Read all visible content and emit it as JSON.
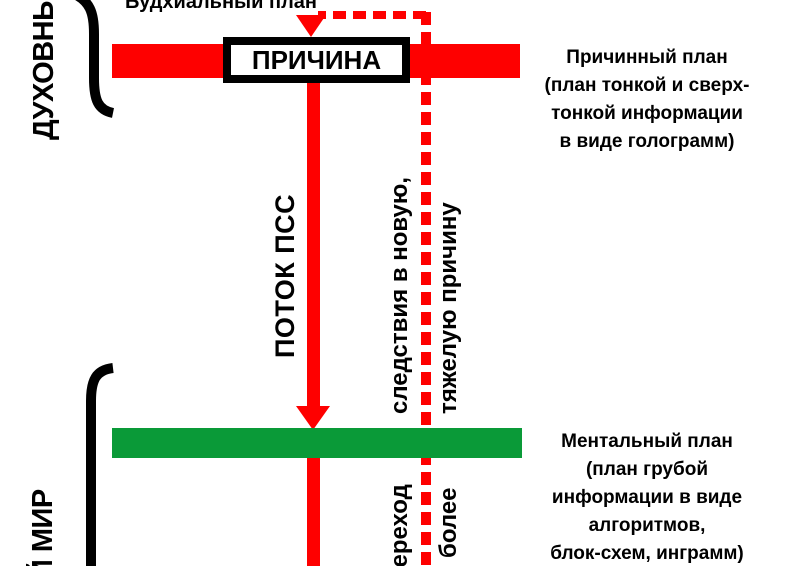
{
  "colors": {
    "red": "#fe0000",
    "green": "#0a9a38",
    "ink": "#000000"
  },
  "top": {
    "buddhial_plane_label": "Будхиальный план"
  },
  "left": {
    "spiritual_world_label": "ДУХОВНЫЙ",
    "lower_world_label": "Й МИР"
  },
  "cause_box": {
    "label": "ПРИЧИНА"
  },
  "flow": {
    "label": "ПОТОК ПСС"
  },
  "feedback": {
    "above_left": "следствия в новую,",
    "above_right": "тяжелую причину",
    "below_left": "переход",
    "below_right": "более"
  },
  "right_panel": {
    "causal": {
      "lines": [
        "Причинный план",
        "(план тонкой и сверх-",
        "тонкой информации",
        "в виде голограмм)"
      ]
    },
    "mental": {
      "lines": [
        "Ментальный план",
        "(план грубой",
        "информации в виде",
        "алгоритмов,",
        "блок-схем, инграмм)"
      ]
    }
  }
}
